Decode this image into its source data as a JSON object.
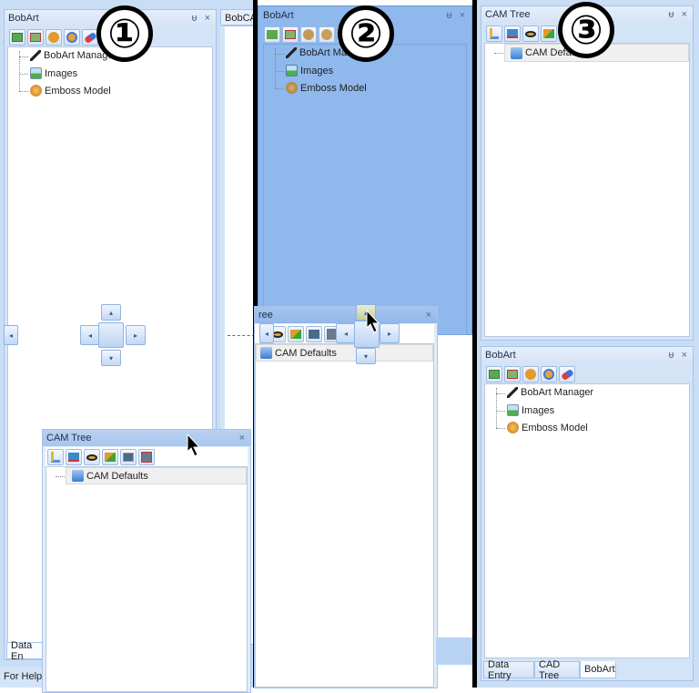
{
  "steps": [
    "①",
    "②",
    "③"
  ],
  "colors": {
    "panel_bg": "#d4e4f7",
    "highlight": "#7aa7e6",
    "divider": "#000000"
  },
  "bobart_panel": {
    "title": "BobArt",
    "pin_icon": "ᵾ",
    "close_icon": "×",
    "toolbar": [
      "add-image-icon",
      "remove-image-icon",
      "emboss-delete-icon",
      "emboss-refresh-icon",
      "eraser-icon"
    ],
    "tree": [
      {
        "label": "BobArt Manager",
        "icon": "brush-icon"
      },
      {
        "label": "Images",
        "icon": "image-icon"
      },
      {
        "label": "Emboss Model",
        "icon": "emboss-icon"
      }
    ]
  },
  "cam_tree_panel": {
    "title": "CAM Tree",
    "title_partial": "ree",
    "close_icon": "×",
    "toolbar": [
      "tree-view-icon",
      "toolpath-delete-icon",
      "visibility-icon",
      "run-icon",
      "grid-icon",
      "save-grid-icon"
    ],
    "tree": [
      {
        "label": "CAM Defaults",
        "icon": "folder-icon"
      }
    ]
  },
  "bobcad_tab": {
    "title": "BobCA"
  },
  "bottom_tabs": [
    {
      "label": "Data Entry"
    },
    {
      "label": "CAD Tree"
    },
    {
      "label": "BobArt",
      "active": true
    }
  ],
  "partial_tab": {
    "label": "Data En"
  },
  "status_bar": {
    "text": "For Help,"
  }
}
